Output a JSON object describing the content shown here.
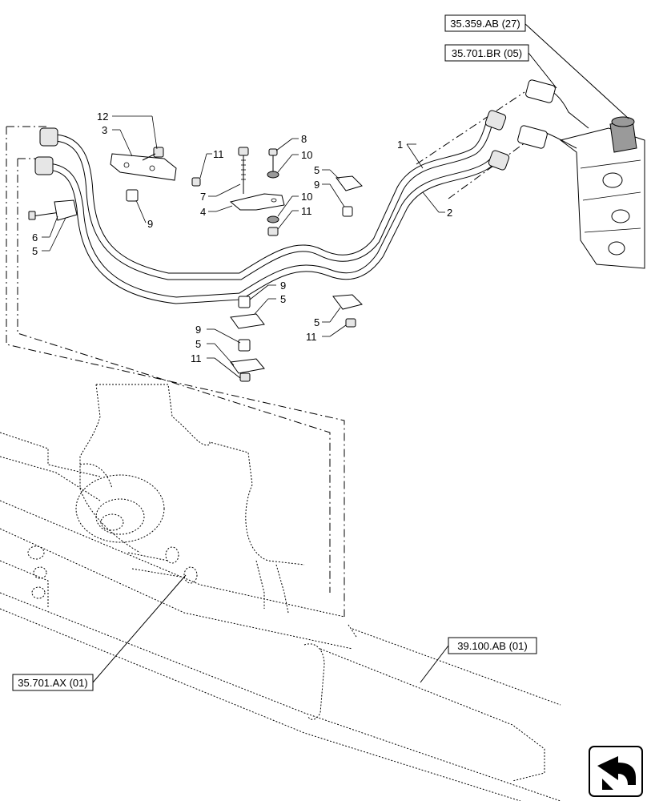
{
  "references": {
    "ref_top1": "35.359.AB (27)",
    "ref_top2": "35.701.BR (05)",
    "ref_bottom_left": "35.701.AX (01)",
    "ref_bottom_right": "39.100.AB (01)"
  },
  "callouts": {
    "c12": "12",
    "c3": "3",
    "c11a": "11",
    "c8": "8",
    "c10a": "10",
    "c7": "7",
    "c4": "4",
    "c10b": "10",
    "c11b": "11",
    "c9a": "9",
    "c6": "6",
    "c5a": "5",
    "c5b": "5",
    "c9b": "9",
    "c1": "1",
    "c2": "2",
    "c9c": "9",
    "c5c": "5",
    "c5d": "5",
    "c11c": "11",
    "c9d": "9",
    "c5e": "5",
    "c11d": "11"
  },
  "icons": {
    "nav": "previous-page-arrow-icon"
  }
}
